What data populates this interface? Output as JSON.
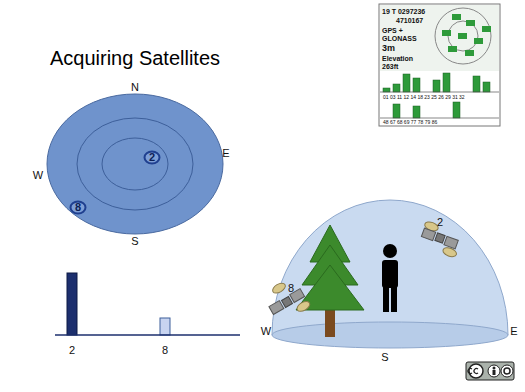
{
  "diagram": {
    "title": "Acquiring Satellites",
    "nodes": [
      {
        "text": [
          "2"
        ]
      },
      {
        "text": [
          "8"
        ]
      }
    ],
    "labels": [
      "N",
      "W",
      "E",
      "S",
      "2",
      "8",
      "W",
      "E",
      "S",
      "8",
      "2",
      "19 T 0297236",
      "4710167",
      "GPS +",
      "GLONASS",
      "3m",
      "Elevation",
      "263ft",
      "01 03 11 12 14 18 23 25 26 29 31 32",
      "48 67 68 69 77 78 79 86"
    ]
  }
}
